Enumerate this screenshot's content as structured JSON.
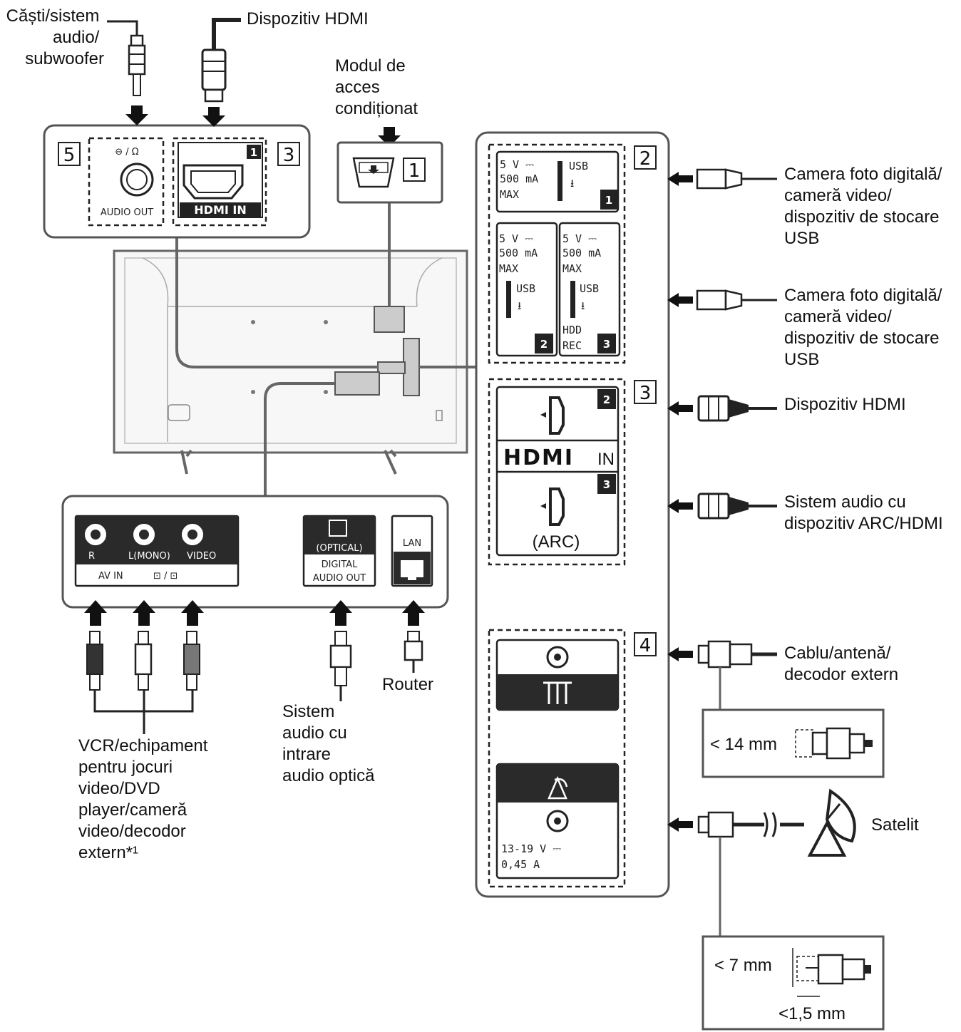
{
  "labels": {
    "headphones": [
      "Căști/sistem",
      "audio/",
      "subwoofer"
    ],
    "hdmi_top": "Dispozitiv HDMI",
    "cam": [
      "Modul de",
      "acces",
      "condiționat"
    ],
    "usb1": [
      "Camera foto digitală/",
      "cameră video/",
      "dispozitiv de stocare",
      "USB"
    ],
    "usb2": [
      "Camera foto digitală/",
      "cameră video/",
      "dispozitiv de stocare",
      "USB"
    ],
    "hdmi_right": "Dispozitiv HDMI",
    "arc": [
      "Sistem audio cu",
      "dispozitiv ARC/HDMI"
    ],
    "antenna": [
      "Cablu/antenă/",
      "decodor extern"
    ],
    "satellite": "Satelit",
    "vcr": [
      "VCR/echipament",
      "pentru jocuri",
      "video/DVD",
      "player/cameră",
      "video/decodor",
      "extern*¹"
    ],
    "optical_sys": [
      "Sistem",
      "audio cu",
      "intrare",
      "audio optică"
    ],
    "router": "Router",
    "dim14": "< 14 mm",
    "dim7": "< 7 mm",
    "dim15": "<1,5 mm"
  },
  "numbers": {
    "n1": "1",
    "n2": "2",
    "n3": "3",
    "n4": "4",
    "n5": "5"
  },
  "ports": {
    "audio_out_top": "⊖ / Ω",
    "audio_out": "AUDIO OUT",
    "hdmi_in_top": "HDMI IN",
    "hdmi_badge_1": "1",
    "usb1_spec": [
      "5 V ⎓",
      "500 mA",
      "MAX"
    ],
    "usb_word": "USB",
    "usb1_badge": "1",
    "usb2_spec": [
      "5 V ⎓",
      "500 mA",
      "MAX"
    ],
    "usb2_badge": "2",
    "usb3_spec": [
      "5 V ⎓",
      "500 mA",
      "MAX"
    ],
    "usb3_hdd": [
      "HDD",
      "REC"
    ],
    "usb3_badge": "3",
    "hdmi2_badge": "2",
    "hdmi3_badge": "3",
    "hdmi_logo": "HDMI",
    "hdmi_in": "IN",
    "arc": "(ARC)",
    "lnb_spec": [
      "13-19 V ⎓",
      "0,45 A"
    ],
    "av_top": [
      "R",
      "L(MONO)",
      "VIDEO"
    ],
    "av_bottom": "AV IN",
    "optical": [
      "(OPTICAL)",
      "DIGITAL",
      "AUDIO OUT"
    ],
    "lan": "LAN"
  },
  "colors": {
    "line": "#222222",
    "panel_border": "#555555",
    "cable": "#666666",
    "dark_fill": "#2a2a2a",
    "tv_fill": "#f7f7f7"
  }
}
